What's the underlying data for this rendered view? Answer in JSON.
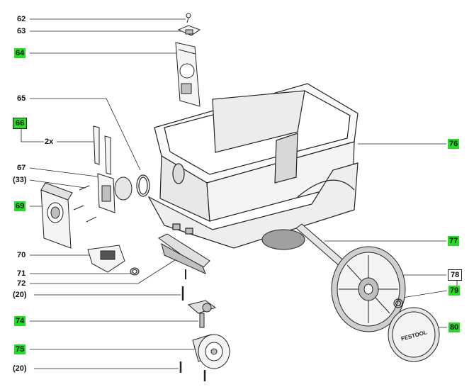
{
  "callouts": {
    "c62": {
      "text": "62",
      "highlighted": false
    },
    "c63": {
      "text": "63",
      "highlighted": false
    },
    "c64": {
      "text": "64",
      "highlighted": true
    },
    "c65": {
      "text": "65",
      "highlighted": false
    },
    "c66": {
      "text": "66",
      "highlighted": true
    },
    "c66_qty": {
      "text": "2x",
      "highlighted": false
    },
    "c67": {
      "text": "67",
      "highlighted": false
    },
    "c33": {
      "text": "(33)",
      "highlighted": false
    },
    "c69": {
      "text": "69",
      "highlighted": true
    },
    "c70": {
      "text": "70",
      "highlighted": false
    },
    "c71": {
      "text": "71",
      "highlighted": false
    },
    "c72": {
      "text": "72",
      "highlighted": false
    },
    "c20a": {
      "text": "(20)",
      "highlighted": false
    },
    "c74": {
      "text": "74",
      "highlighted": true
    },
    "c75": {
      "text": "75",
      "highlighted": true
    },
    "c20b": {
      "text": "(20)",
      "highlighted": false
    },
    "c76": {
      "text": "76",
      "highlighted": true
    },
    "c77": {
      "text": "77",
      "highlighted": true
    },
    "c78": {
      "text": "78",
      "highlighted": false
    },
    "c79": {
      "text": "79",
      "highlighted": true
    },
    "c80": {
      "text": "80",
      "highlighted": true
    }
  },
  "brand_mark": "FESTOOL",
  "colors": {
    "highlight": "#22dd22",
    "line": "#222222",
    "part_fill": "#f4f4f4",
    "part_shade": "#bfbfbf"
  }
}
